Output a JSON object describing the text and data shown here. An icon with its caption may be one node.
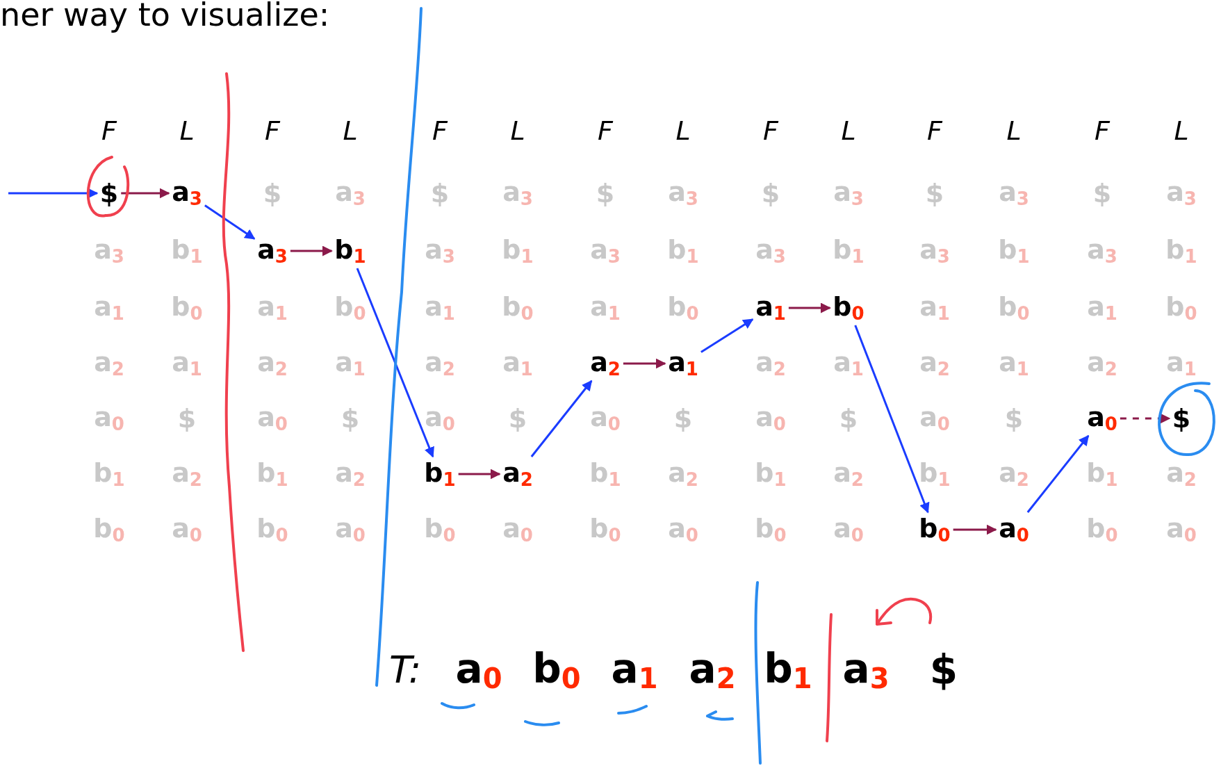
{
  "diagram": {
    "title": "ner way to visualize:",
    "nodes": [
      {
        "text": [
          "$"
        ]
      },
      {
        "text": [
          "a$_{3}$"
        ]
      },
      {
        "text": [
          "a$_{3}$"
        ]
      },
      {
        "text": [
          "b$_{1}$"
        ]
      },
      {
        "text": [
          "b$_{1}$"
        ]
      },
      {
        "text": [
          "a$_{2}$"
        ]
      },
      {
        "text": [
          "a$_{2}$"
        ]
      },
      {
        "text": [
          "a$_{1}$"
        ]
      },
      {
        "text": [
          "a$_{1}$"
        ]
      },
      {
        "text": [
          "b$_{0}$"
        ]
      },
      {
        "text": [
          "b$_{0}$"
        ]
      },
      {
        "text": [
          "a$_{0}$"
        ]
      },
      {
        "text": [
          "a$_{0}$"
        ]
      },
      {
        "text": [
          "$"
        ]
      }
    ],
    "edges": [
      {
        "from": null,
        "to": 0,
        "arrow": "to",
        "color": "#1a3cff"
      },
      {
        "from": 0,
        "to": 1,
        "arrow": "to",
        "color": "#8b1a4a"
      },
      {
        "from": 1,
        "to": 2,
        "arrow": "to",
        "color": "#1a3cff"
      },
      {
        "from": 2,
        "to": 3,
        "arrow": "to",
        "color": "#8b1a4a"
      },
      {
        "from": 3,
        "to": 4,
        "arrow": "to",
        "color": "#1a3cff"
      },
      {
        "from": 4,
        "to": 5,
        "arrow": "to",
        "color": "#8b1a4a"
      },
      {
        "from": 5,
        "to": 6,
        "arrow": "to",
        "color": "#1a3cff"
      },
      {
        "from": 6,
        "to": 7,
        "arrow": "to",
        "color": "#8b1a4a"
      },
      {
        "from": 7,
        "to": 8,
        "arrow": "to",
        "color": "#1a3cff"
      },
      {
        "from": 8,
        "to": 9,
        "arrow": "to",
        "color": "#8b1a4a"
      },
      {
        "from": 9,
        "to": 10,
        "arrow": "to",
        "color": "#1a3cff"
      },
      {
        "from": 10,
        "to": 11,
        "arrow": "to",
        "color": "#8b1a4a"
      },
      {
        "from": 11,
        "to": 12,
        "arrow": "to",
        "color": "#1a3cff"
      },
      {
        "from": 12,
        "to": 13,
        "arrow": "to",
        "style": "dashed",
        "color": "#8b1a4a"
      }
    ],
    "labels": [
      "F",
      "L",
      "F",
      "L",
      "F",
      "L",
      "F",
      "L",
      "F",
      "L",
      "F",
      "L",
      "F",
      "L",
      "$",
      "a$_{3}$",
      "$",
      "a$_{3}$",
      "$",
      "a$_{3}$",
      "$",
      "a$_{3}$",
      "$",
      "a$_{3}$",
      "$",
      "a$_{3}$",
      "a$_{3}$",
      "b$_{1}$",
      "a$_{3}$",
      "b$_{1}$",
      "a$_{3}$",
      "b$_{1}$",
      "a$_{3}$",
      "b$_{1}$",
      "a$_{3}$",
      "b$_{1}$",
      "a$_{3}$",
      "b$_{1}$",
      "a$_{1}$",
      "b$_{0}$",
      "a$_{1}$",
      "b$_{0}$",
      "a$_{1}$",
      "b$_{0}$",
      "a$_{1}$",
      "b$_{0}$",
      "a$_{1}$",
      "b$_{0}$",
      "a$_{1}$",
      "b$_{0}$",
      "a$_{2}$",
      "a$_{1}$",
      "a$_{2}$",
      "a$_{1}$",
      "a$_{2}$",
      "a$_{1}$",
      "a$_{2}$",
      "a$_{1}$",
      "a$_{2}$",
      "a$_{1}$",
      "a$_{2}$",
      "a$_{1}$",
      "a$_{0}$",
      "$",
      "a$_{0}$",
      "$",
      "a$_{0}$",
      "$",
      "a$_{0}$",
      "$",
      "a$_{0}$",
      "$",
      "a$_{0}$",
      "$",
      "b$_{1}$",
      "a$_{2}$",
      "b$_{1}$",
      "a$_{2}$",
      "b$_{1}$",
      "a$_{2}$",
      "b$_{1}$",
      "a$_{2}$",
      "b$_{1}$",
      "a$_{2}$",
      "b$_{1}$",
      "a$_{2}$",
      "b$_{0}$",
      "a$_{0}$",
      "b$_{0}$",
      "a$_{0}$",
      "b$_{0}$",
      "a$_{0}$",
      "b$_{0}$",
      "a$_{0}$",
      "b$_{0}$",
      "a$_{0}$",
      "b$_{0}$",
      "a$_{0}$",
      "T:",
      "a$_{0}$",
      "b$_{0}$",
      "a$_{1}$",
      "a$_{2}$",
      "b$_{1}$",
      "a$_{3}$",
      "$"
    ]
  }
}
